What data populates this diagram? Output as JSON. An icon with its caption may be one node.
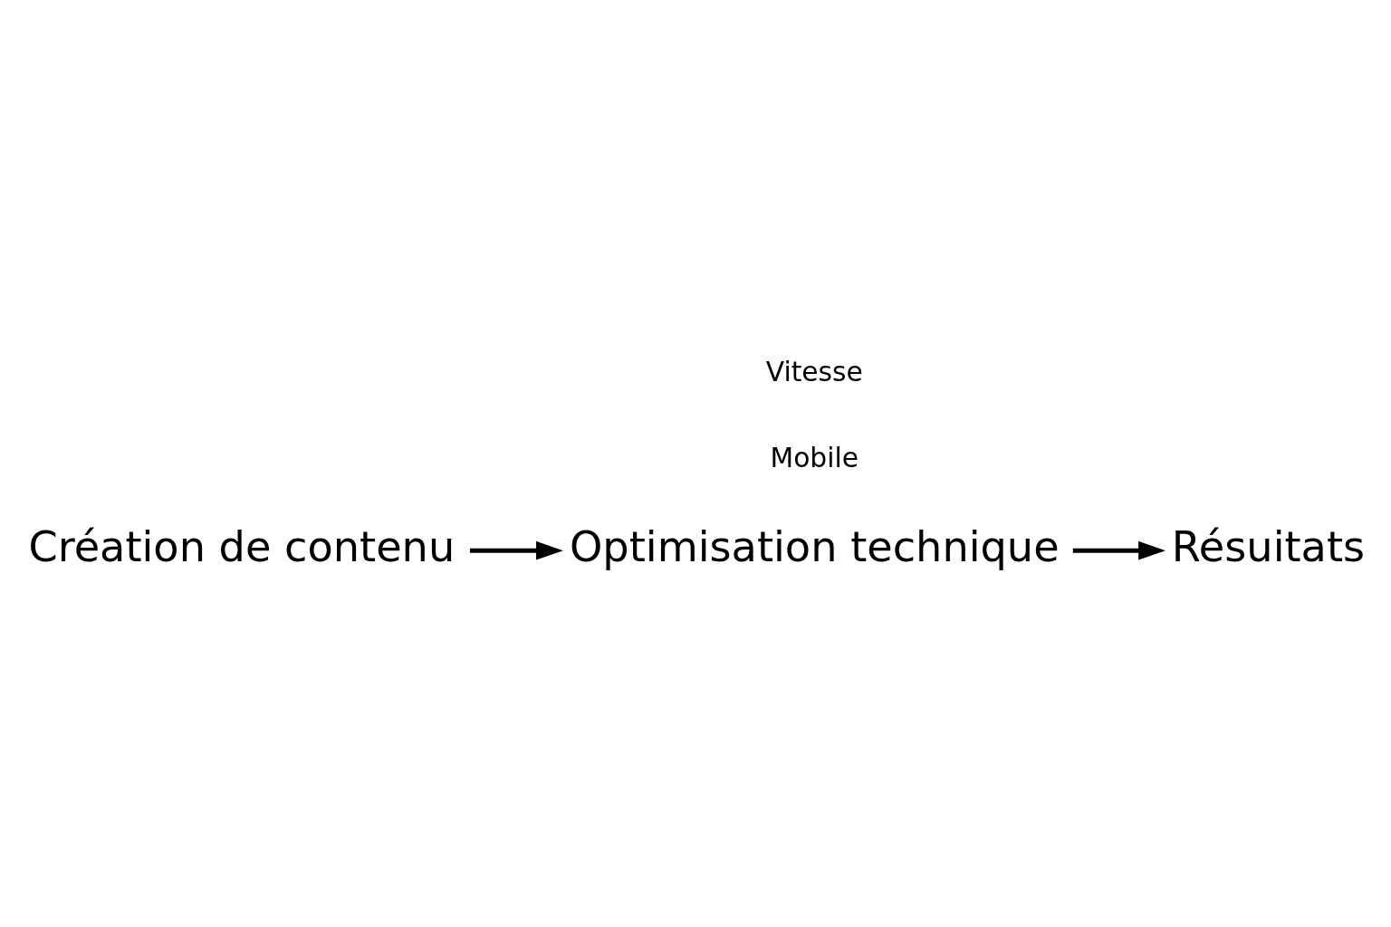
{
  "diagram": {
    "nodes": [
      {
        "text": [
          "Création de contenu"
        ]
      },
      {
        "text": [
          "Optimisation technique"
        ]
      },
      {
        "text": [
          "Résuitats"
        ]
      }
    ],
    "edges": [
      {
        "from": 0,
        "to": 1,
        "arrow": "to"
      },
      {
        "from": 1,
        "to": 2,
        "arrow": "to"
      }
    ],
    "labels": [
      "Mobile",
      "Vitesse"
    ]
  }
}
